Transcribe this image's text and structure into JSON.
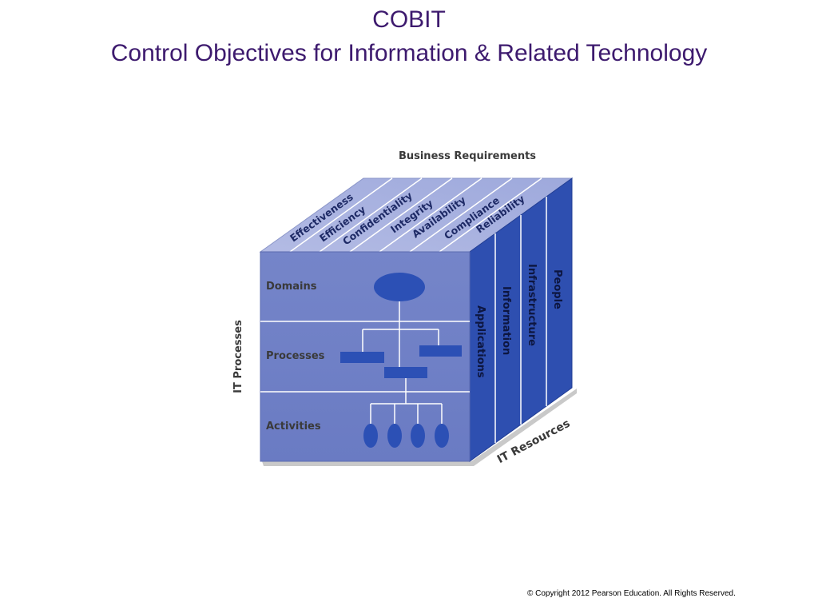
{
  "slide": {
    "title_line1": "COBIT",
    "title_line2": "Control Objectives for Information & Related Technology",
    "copyright": "© Copyright 2012 Pearson Education. All Rights Reserved."
  },
  "diagram": {
    "top_heading": "Business Requirements",
    "left_heading": "IT Processes",
    "bottom_heading": "IT Resources",
    "business_requirements": [
      "Effectiveness",
      "Efficiency",
      "Confidentiality",
      "Integrity",
      "Availability",
      "Compliance",
      "Reliability"
    ],
    "it_resources": [
      "Applications",
      "Information",
      "Infrastructure",
      "People"
    ],
    "process_levels": [
      "Domains",
      "Processes",
      "Activities"
    ],
    "colors": {
      "front_face": "#6f80c6",
      "top_face": "#a9b2df",
      "side_face": "#2e4fb0",
      "shape_fill": "#2c50b5",
      "title": "#3d1a6e"
    }
  }
}
